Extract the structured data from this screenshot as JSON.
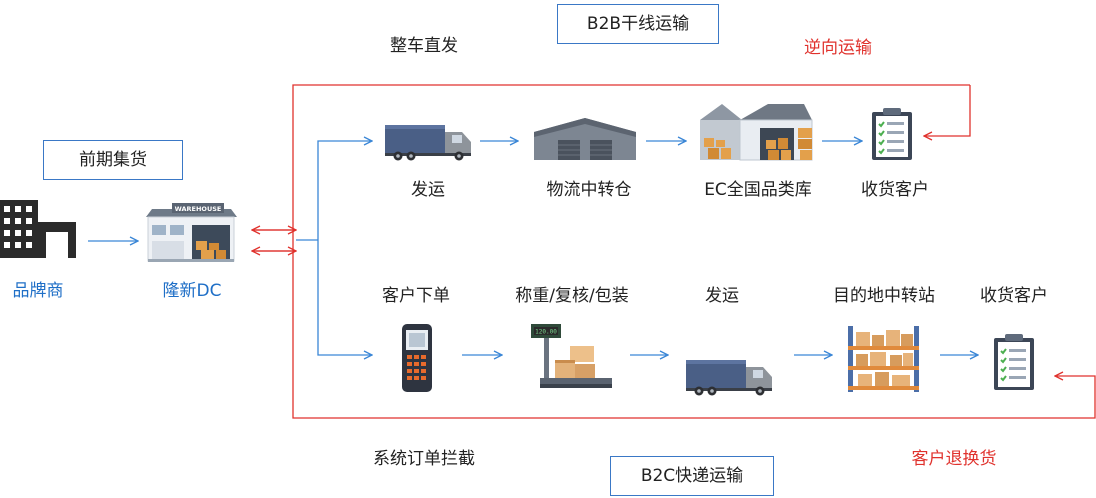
{
  "labels": {
    "b2b_title": "B2B干线运输",
    "b2c_title": "B2C快递运输",
    "full_truck": "整车直发",
    "reverse": "逆向运输",
    "pre_collect": "前期集货",
    "brand": "品牌商",
    "dc": "隆新DC",
    "top_ship": "发运",
    "top_transfer": "物流中转仓",
    "top_ec": "EC全国品类库",
    "top_receive": "收货客户",
    "bot_order": "客户下单",
    "bot_weigh": "称重/复核/包装",
    "bot_ship": "发运",
    "bot_transfer": "目的地中转站",
    "bot_receive": "收货客户",
    "intercept": "系统订单拦截",
    "return": "客户退换货",
    "warehouse_sign": "WAREHOUSE",
    "scale_display": "120.00"
  },
  "icons": [
    "building-icon",
    "warehouse-icon",
    "truck-icon",
    "depot-icon",
    "ec-warehouse-icon",
    "checklist-icon",
    "scanner-icon",
    "scale-icon",
    "shelf-icon"
  ],
  "colors": {
    "flow": "#3a86d6",
    "reverse": "#e0322d",
    "brand_text": "#1f6fc7"
  }
}
